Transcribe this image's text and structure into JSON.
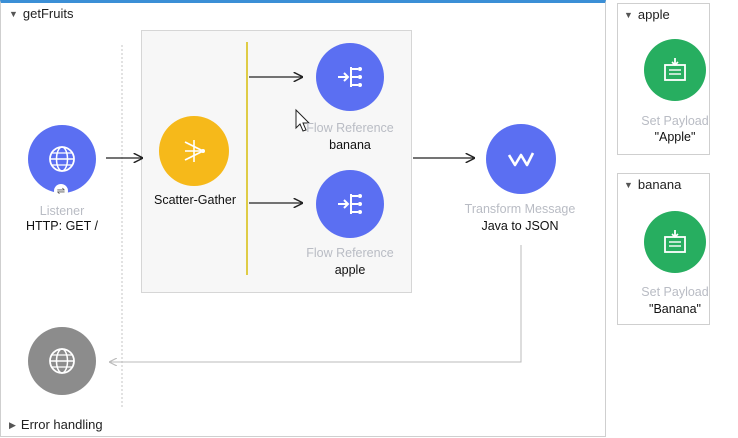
{
  "main_flow": {
    "title": "getFruits",
    "error_handling": "Error handling"
  },
  "listener": {
    "type_label": "Listener",
    "config_label": "HTTP: GET /",
    "icon": "globe-icon",
    "color": "#5b6ff2"
  },
  "scatter_gather": {
    "label": "Scatter-Gather",
    "icon": "scatter-gather-icon",
    "color": "#f6b91a"
  },
  "flow_ref_banana": {
    "type_label": "Flow Reference",
    "config_label": "banana",
    "icon": "flow-reference-icon"
  },
  "flow_ref_apple": {
    "type_label": "Flow Reference",
    "config_label": "apple",
    "icon": "flow-reference-icon"
  },
  "transform": {
    "type_label": "Transform Message",
    "config_label": "Java to JSON",
    "icon": "dataweave-icon"
  },
  "error_source": {
    "icon": "globe-icon",
    "color": "#8c8c8c"
  },
  "apple_flow": {
    "title": "apple",
    "component_type": "Set Payload",
    "component_value": "\"Apple\"",
    "icon": "set-payload-icon",
    "color": "#27ae60"
  },
  "banana_flow": {
    "title": "banana",
    "component_type": "Set Payload",
    "component_value": "\"Banana\"",
    "icon": "set-payload-icon",
    "color": "#27ae60"
  }
}
